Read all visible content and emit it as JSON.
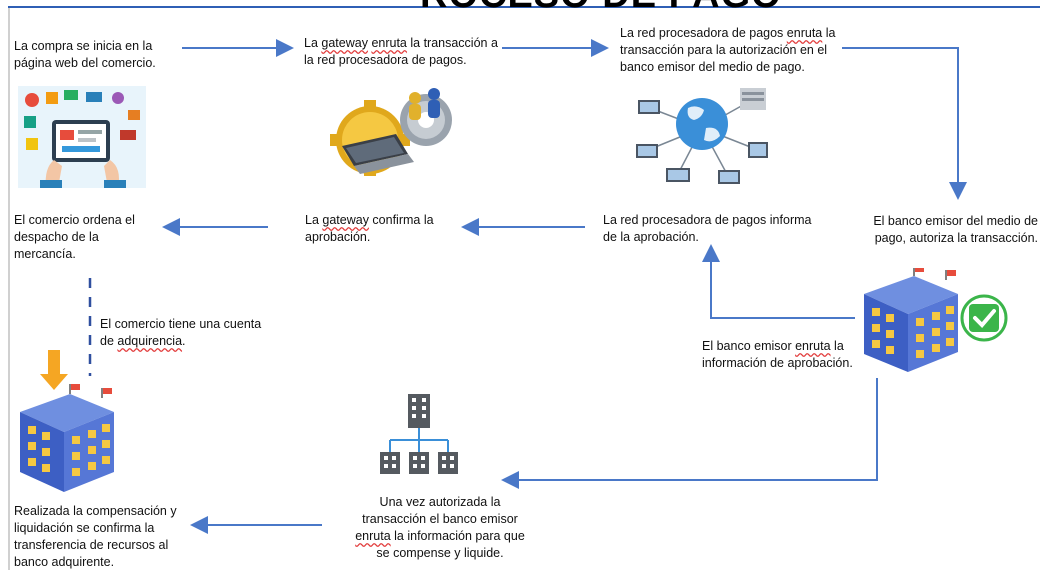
{
  "steps": {
    "s1": {
      "text": "La compra se inicia en la página web del comercio."
    },
    "s2": {
      "pre": "La ",
      "u": "gateway",
      "mid": " ",
      "u2": "enruta",
      "post": " la transacción a la red procesadora de pagos."
    },
    "s3": {
      "pre": "La red procesadora de pagos ",
      "u": "enruta",
      "post": " la transacción para la autorización en el banco emisor del medio de pago."
    },
    "s4": {
      "text": "El banco emisor del medio de pago, autoriza la transacción."
    },
    "s5": {
      "pre": "El banco emisor ",
      "u": "enruta",
      "post": " la información de aprobación."
    },
    "s6": {
      "text": "La red procesadora de pagos informa de la aprobación."
    },
    "s7": {
      "pre": "La ",
      "u": "gateway",
      "post": "  confirma la aprobación."
    },
    "s8": {
      "text": "El comercio ordena el despacho de la mercancía."
    },
    "s9": {
      "pre": "El comercio tiene una cuenta de ",
      "u": "adquirencia",
      "post": "."
    },
    "s10": {
      "pre": "Una vez autorizada la transacción el banco emisor ",
      "u": "enruta",
      "post": " la información para que se compense y liquide."
    },
    "s11": {
      "text": "Realizada la compensación y liquidación se confirma la transferencia de recursos al banco adquirente."
    }
  },
  "title_fragment": "ROCESO DE PAGO",
  "icons": [
    "ecommerce-illustration",
    "gateway-gears-icon",
    "network-globe-icon",
    "issuer-bank-building-icon",
    "approved-check-icon",
    "merchant-bank-building-icon",
    "down-arrow-icon",
    "org-chart-icon"
  ],
  "colors": {
    "arrow": "#4a78c8",
    "check": "#3bb54a",
    "building_blue": "#3d5fc4",
    "orange_arrow": "#f5a623"
  }
}
